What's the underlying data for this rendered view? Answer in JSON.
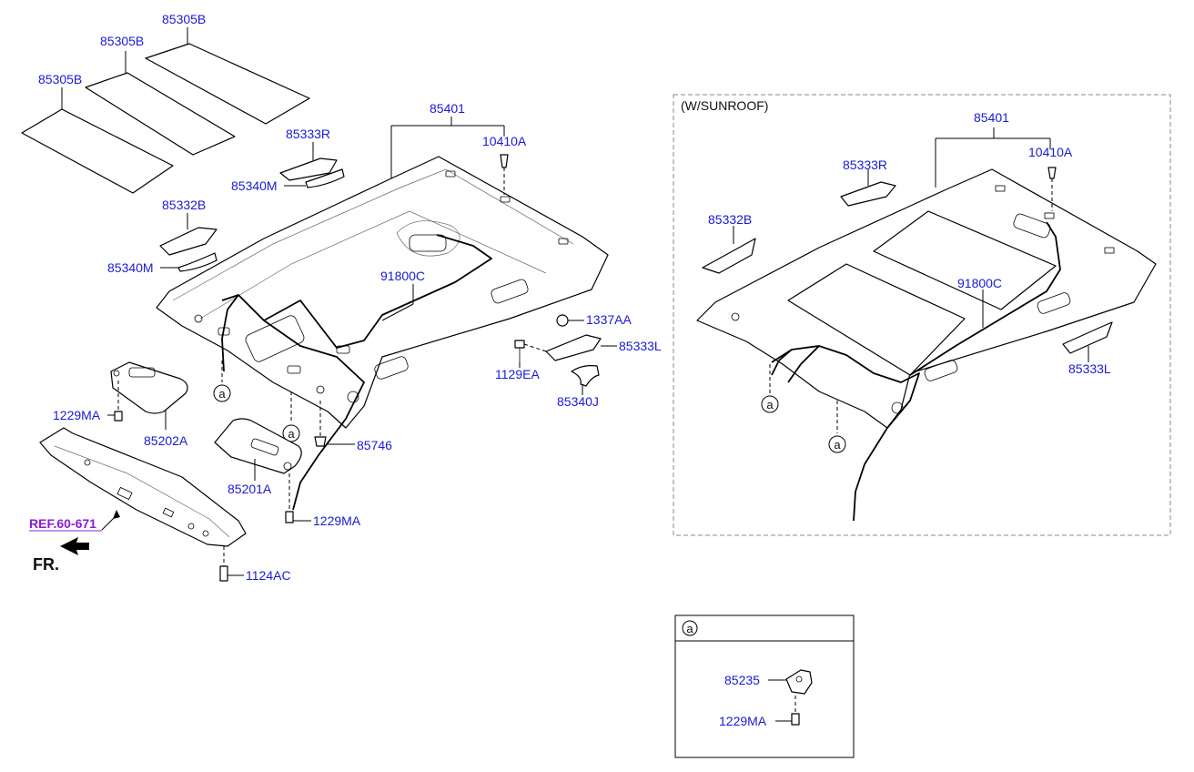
{
  "main": {
    "labels": {
      "hl_pad_3": "85305B",
      "hl_pad_2": "85305B",
      "hl_pad_1": "85305B",
      "headlining": "85401",
      "screw_top": "10410A",
      "bracket_r": "85333R",
      "handle_r": "85340M",
      "bracket_b": "85332B",
      "handle_l": "85340M",
      "wiring": "91800C",
      "nut": "1337AA",
      "bracket_l": "85333L",
      "bolt": "1129EA",
      "handle_j": "85340J",
      "screw_visor_left": "1229MA",
      "visor_left": "85202A",
      "clip": "85746",
      "visor_right": "85201A",
      "screw_visor_right": "1229MA",
      "ref": "REF.60-671",
      "screw_bottom": "1124AC",
      "front": "FR.",
      "detail_a_1": "a",
      "detail_a_2": "a"
    }
  },
  "sunroof": {
    "title": "(W/SUNROOF)",
    "labels": {
      "headlining": "85401",
      "screw_top": "10410A",
      "bracket_r": "85333R",
      "bracket_b": "85332B",
      "wiring": "91800C",
      "bracket_l": "85333L",
      "detail_a_1": "a",
      "detail_a_2": "a"
    }
  },
  "detail_a": {
    "header": "a",
    "labels": {
      "holder": "85235",
      "screw": "1229MA"
    }
  }
}
